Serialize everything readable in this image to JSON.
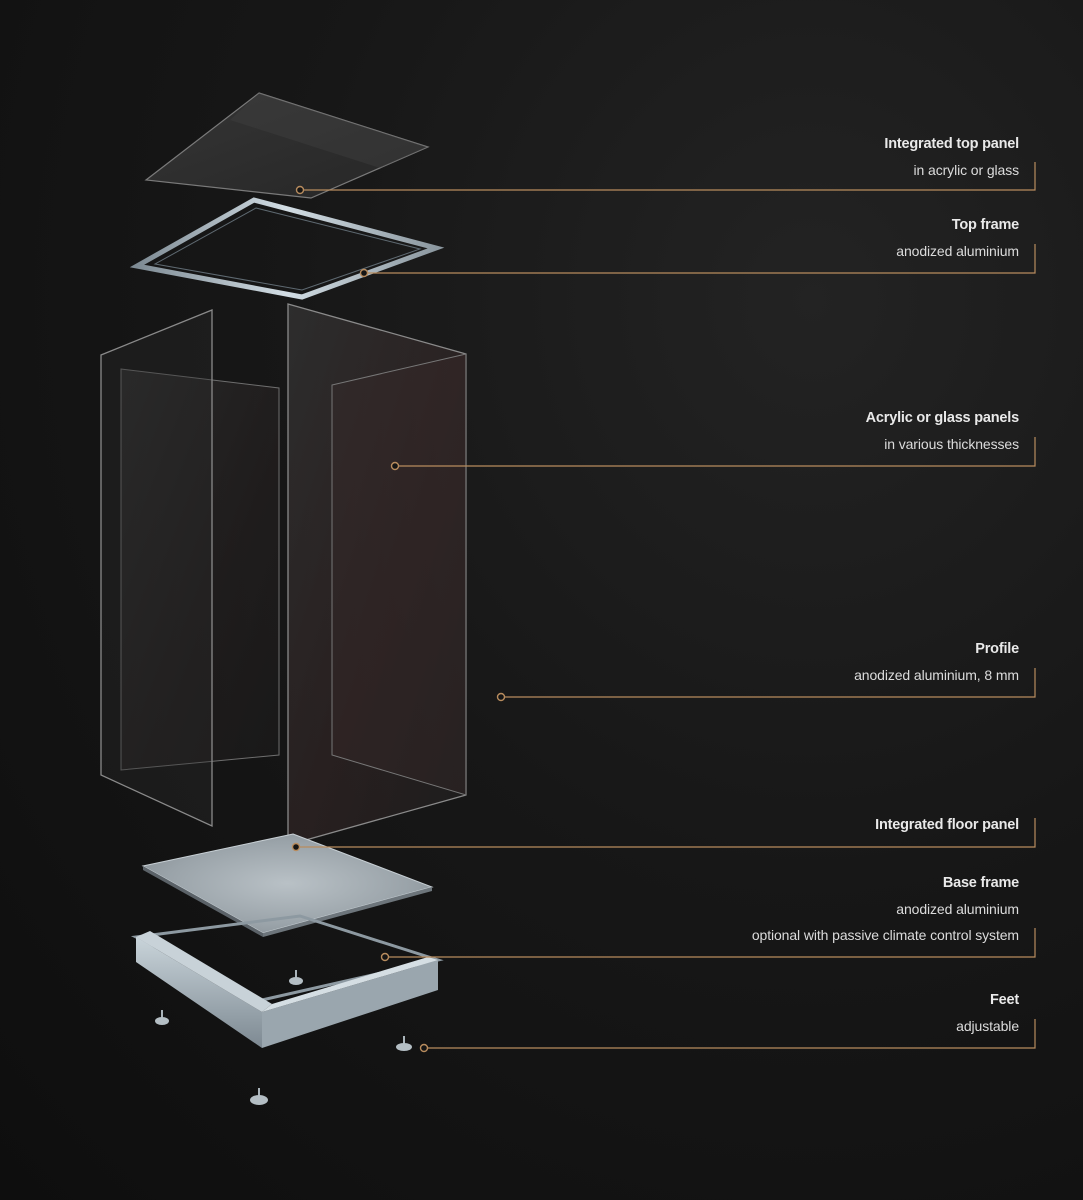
{
  "accent_color": "#b88c5e",
  "labels": [
    {
      "title": "Integrated top panel",
      "lines": [
        "in acrylic or glass"
      ]
    },
    {
      "title": "Top frame",
      "lines": [
        "anodized aluminium"
      ]
    },
    {
      "title": "Acrylic or glass panels",
      "lines": [
        "in various thicknesses"
      ]
    },
    {
      "title": "Profile",
      "lines": [
        "anodized aluminium, 8 mm"
      ]
    },
    {
      "title": "Integrated floor panel",
      "lines": []
    },
    {
      "title": "Base frame",
      "lines": [
        "anodized aluminium",
        "optional with passive climate control system"
      ]
    },
    {
      "title": "Feet",
      "lines": [
        "adjustable"
      ]
    }
  ]
}
